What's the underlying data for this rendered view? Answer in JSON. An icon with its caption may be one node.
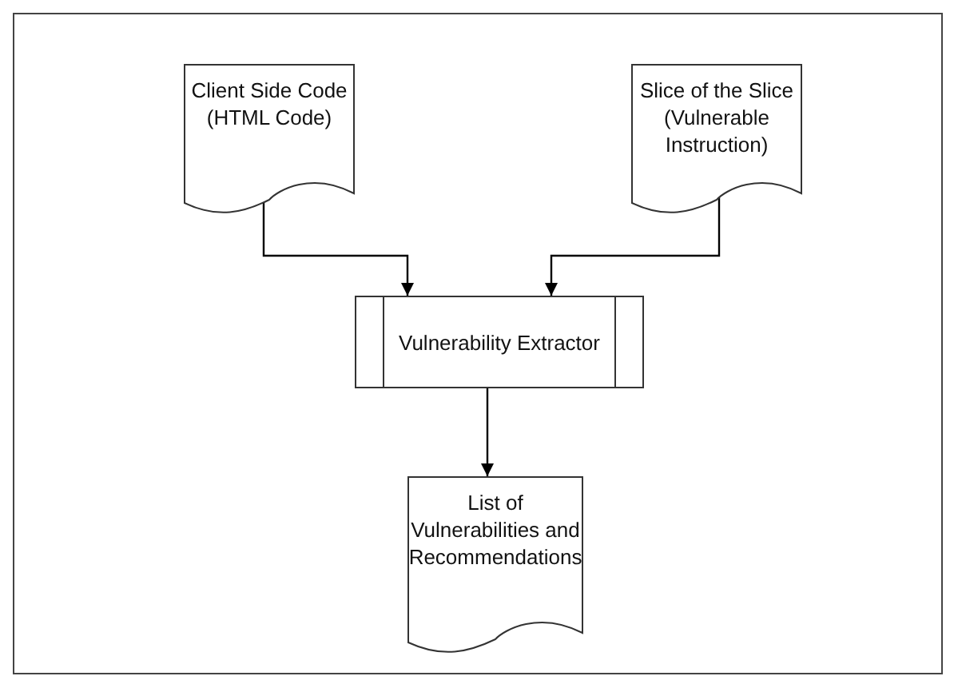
{
  "diagram": {
    "nodes": [
      {
        "text": [
          "Client Side Code (HTML Code)"
        ]
      },
      {
        "text": [
          "Slice of the Slice (Vulnerable Instruction)"
        ]
      },
      {
        "text": [
          "Vulnerability Extractor"
        ]
      },
      {
        "text": [
          "List of Vulnerabilities and Recommendations"
        ]
      }
    ],
    "edges": [
      {
        "from": 0,
        "to": 2,
        "arrow": "to"
      },
      {
        "from": 1,
        "to": 2,
        "arrow": "to"
      },
      {
        "from": 2,
        "to": 3,
        "arrow": "to"
      }
    ]
  }
}
